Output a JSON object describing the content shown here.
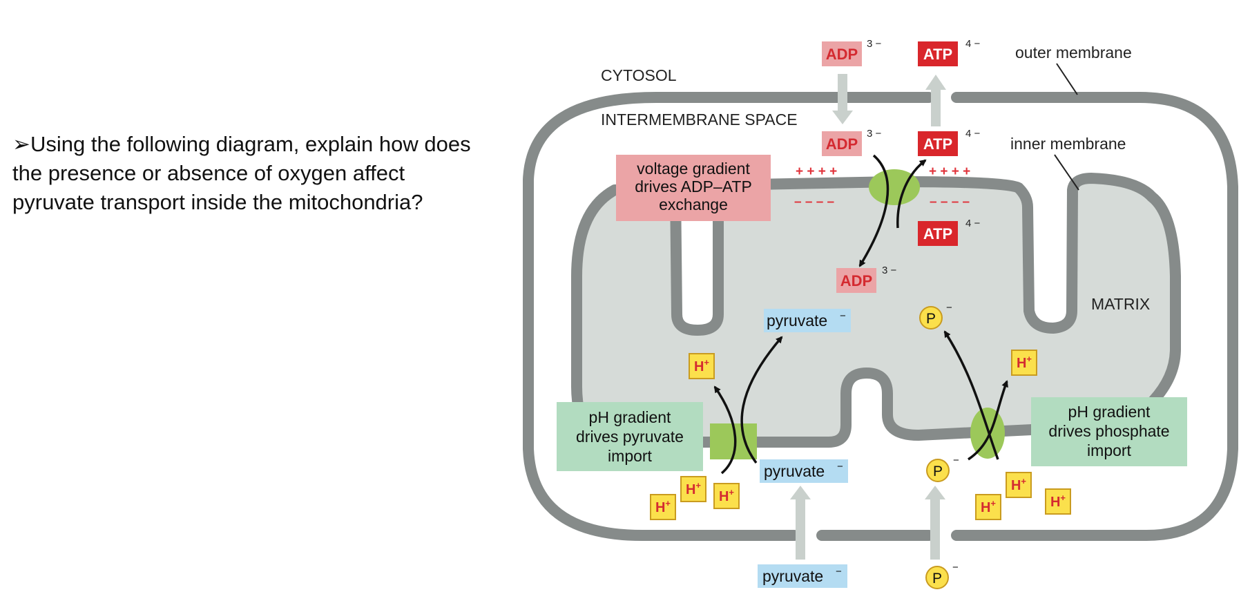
{
  "question": {
    "bullet": "➢",
    "lines": [
      "Using the following diagram, explain how does",
      "the presence or absence of oxygen affect",
      "pyruvate transport inside the mitochondria?"
    ]
  },
  "diagram": {
    "region_labels": {
      "cytosol": "CYTOSOL",
      "intermembrane_space": "INTERMEMBRANE SPACE",
      "matrix": "MATRIX"
    },
    "membrane_labels": {
      "outer": "outer membrane",
      "inner": "inner membrane"
    },
    "boxes": {
      "voltage": [
        "voltage gradient",
        "drives ADP–ATP",
        "exchange"
      ],
      "ph_pyruvate": [
        "pH gradient",
        "drives pyruvate",
        "import"
      ],
      "ph_phosphate": [
        "pH gradient",
        "drives phosphate",
        "import"
      ]
    },
    "molecules": {
      "adp": "ADP",
      "atp": "ATP",
      "pyruvate": "pyruvate",
      "phosphate": "P",
      "proton": "H",
      "proton_charge": "+",
      "charge_adp": "3 −",
      "charge_atp": "4 −",
      "charge_single": "−"
    },
    "gradient": {
      "plus": "+ + + +",
      "minus": "– – – –"
    },
    "colors": {
      "membrane": "#868b8a",
      "matrix": "#d6dbd8",
      "transporter": "#9cc85a",
      "adp_fill": "#eba4a6",
      "adp_text": "#d42a30",
      "atp_fill": "#d9262b",
      "pyruvate_fill": "#b4dcf2",
      "proton_fill": "#fbe04c",
      "proton_text": "#d42a30",
      "voltage_box": "#eba4a6",
      "ph_box": "#b2dcc0",
      "import_arrow": "#c9d0cc",
      "gradient_sign": "#e0323a"
    }
  }
}
